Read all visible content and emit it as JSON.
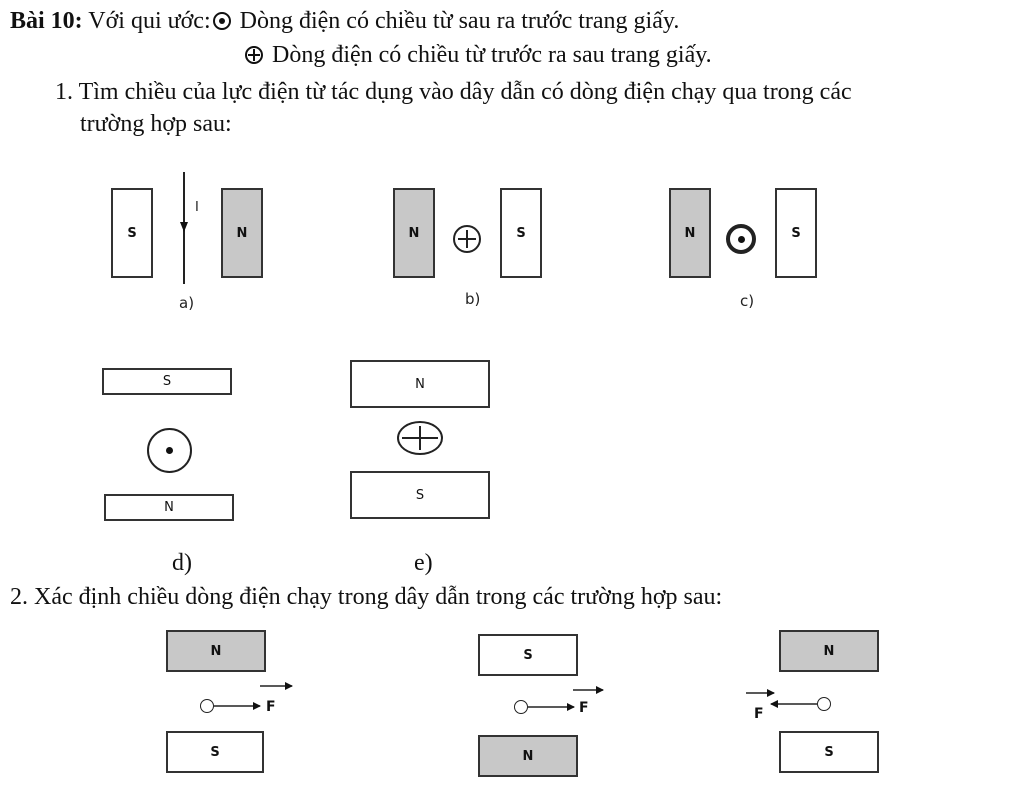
{
  "header": {
    "exercise": "Bài 10:",
    "intro": "Với qui ước:",
    "line1": "Dòng điện có chiều từ sau ra trước trang giấy.",
    "line2": "Dòng điện có chiều từ trước ra sau trang giấy."
  },
  "task1": {
    "text1": "1.  Tìm chiều của lực điện từ tác dụng vào dây dẫn có dòng điện chạy qua trong các",
    "text2": "trường hợp sau:"
  },
  "fig1": {
    "a": {
      "left_pole": "S",
      "right_pole": "N",
      "current_label": "I",
      "caption": "a)"
    },
    "b": {
      "left_pole": "N",
      "right_pole": "S",
      "caption": "b)"
    },
    "c": {
      "left_pole": "N",
      "right_pole": "S",
      "caption": "c)"
    },
    "d": {
      "top_pole": "S",
      "bottom_pole": "N",
      "caption": "d)"
    },
    "e": {
      "top_pole": "N",
      "bottom_pole": "S",
      "caption": "e)"
    }
  },
  "task2": {
    "text": "2. Xác định chiều dòng điện chạy trong dây dẫn trong các trường hợp sau:"
  },
  "fig2": {
    "p1": {
      "top_pole": "N",
      "bottom_pole": "S",
      "force_label": "F"
    },
    "p2": {
      "top_pole": "S",
      "bottom_pole": "N",
      "force_label": "F"
    },
    "p3": {
      "top_pole": "N",
      "bottom_pole": "S",
      "force_label": "F"
    }
  },
  "colors": {
    "north_fill": "#c8c8c8",
    "south_fill": "#ffffff",
    "ink": "#111111"
  }
}
